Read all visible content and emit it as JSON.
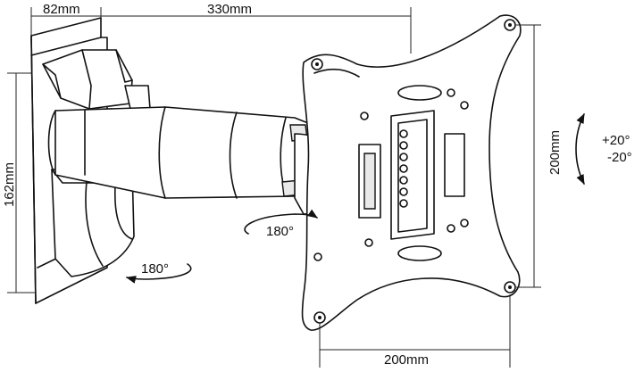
{
  "dimensions": {
    "wall_offset": "82mm",
    "arm_length": "330mm",
    "height": "162mm",
    "vesa_vertical": "200mm",
    "vesa_horizontal": "200mm"
  },
  "tilt": {
    "up": "+20°",
    "down": "-20°"
  },
  "swivel": {
    "arm": "180°",
    "wall": "180°"
  }
}
